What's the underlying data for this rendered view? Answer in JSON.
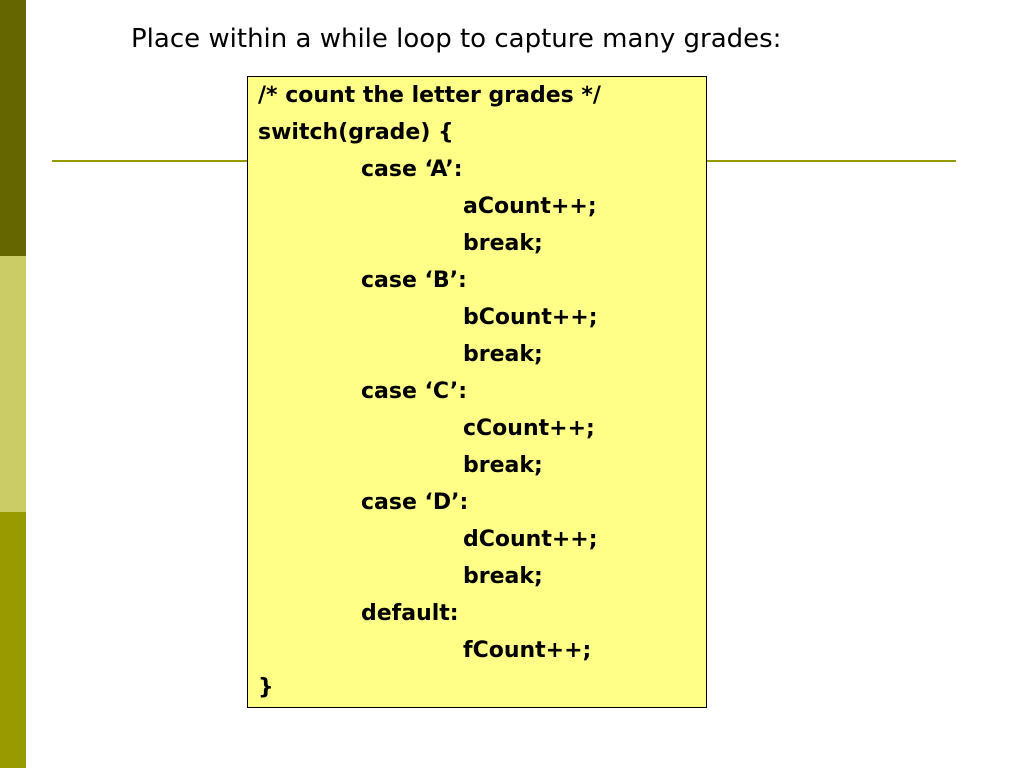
{
  "slide": {
    "title": "Place within a while loop to capture many grades:",
    "code_lines": [
      {
        "text": "/* count the letter grades */",
        "indent": 0
      },
      {
        "text": "switch(grade) {",
        "indent": 0
      },
      {
        "text": "case ‘A’:",
        "indent": 1
      },
      {
        "text": "aCount++;",
        "indent": 2
      },
      {
        "text": "break;",
        "indent": 2
      },
      {
        "text": "case ‘B’:",
        "indent": 1
      },
      {
        "text": "bCount++;",
        "indent": 2
      },
      {
        "text": "break;",
        "indent": 2
      },
      {
        "text": "case ‘C’:",
        "indent": 1
      },
      {
        "text": "cCount++;",
        "indent": 2
      },
      {
        "text": "break;",
        "indent": 2
      },
      {
        "text": "case ‘D’:",
        "indent": 1
      },
      {
        "text": "dCount++;",
        "indent": 2
      },
      {
        "text": "break;",
        "indent": 2
      },
      {
        "text": "default:",
        "indent": 1
      },
      {
        "text": "fCount++;",
        "indent": 2
      },
      {
        "text": "}",
        "indent": 0
      }
    ]
  },
  "colors": {
    "sidebar_dark": "#666600",
    "sidebar_light": "#cccc66",
    "sidebar_mid": "#999900",
    "rule": "#999900",
    "code_background": "#ffff88"
  }
}
